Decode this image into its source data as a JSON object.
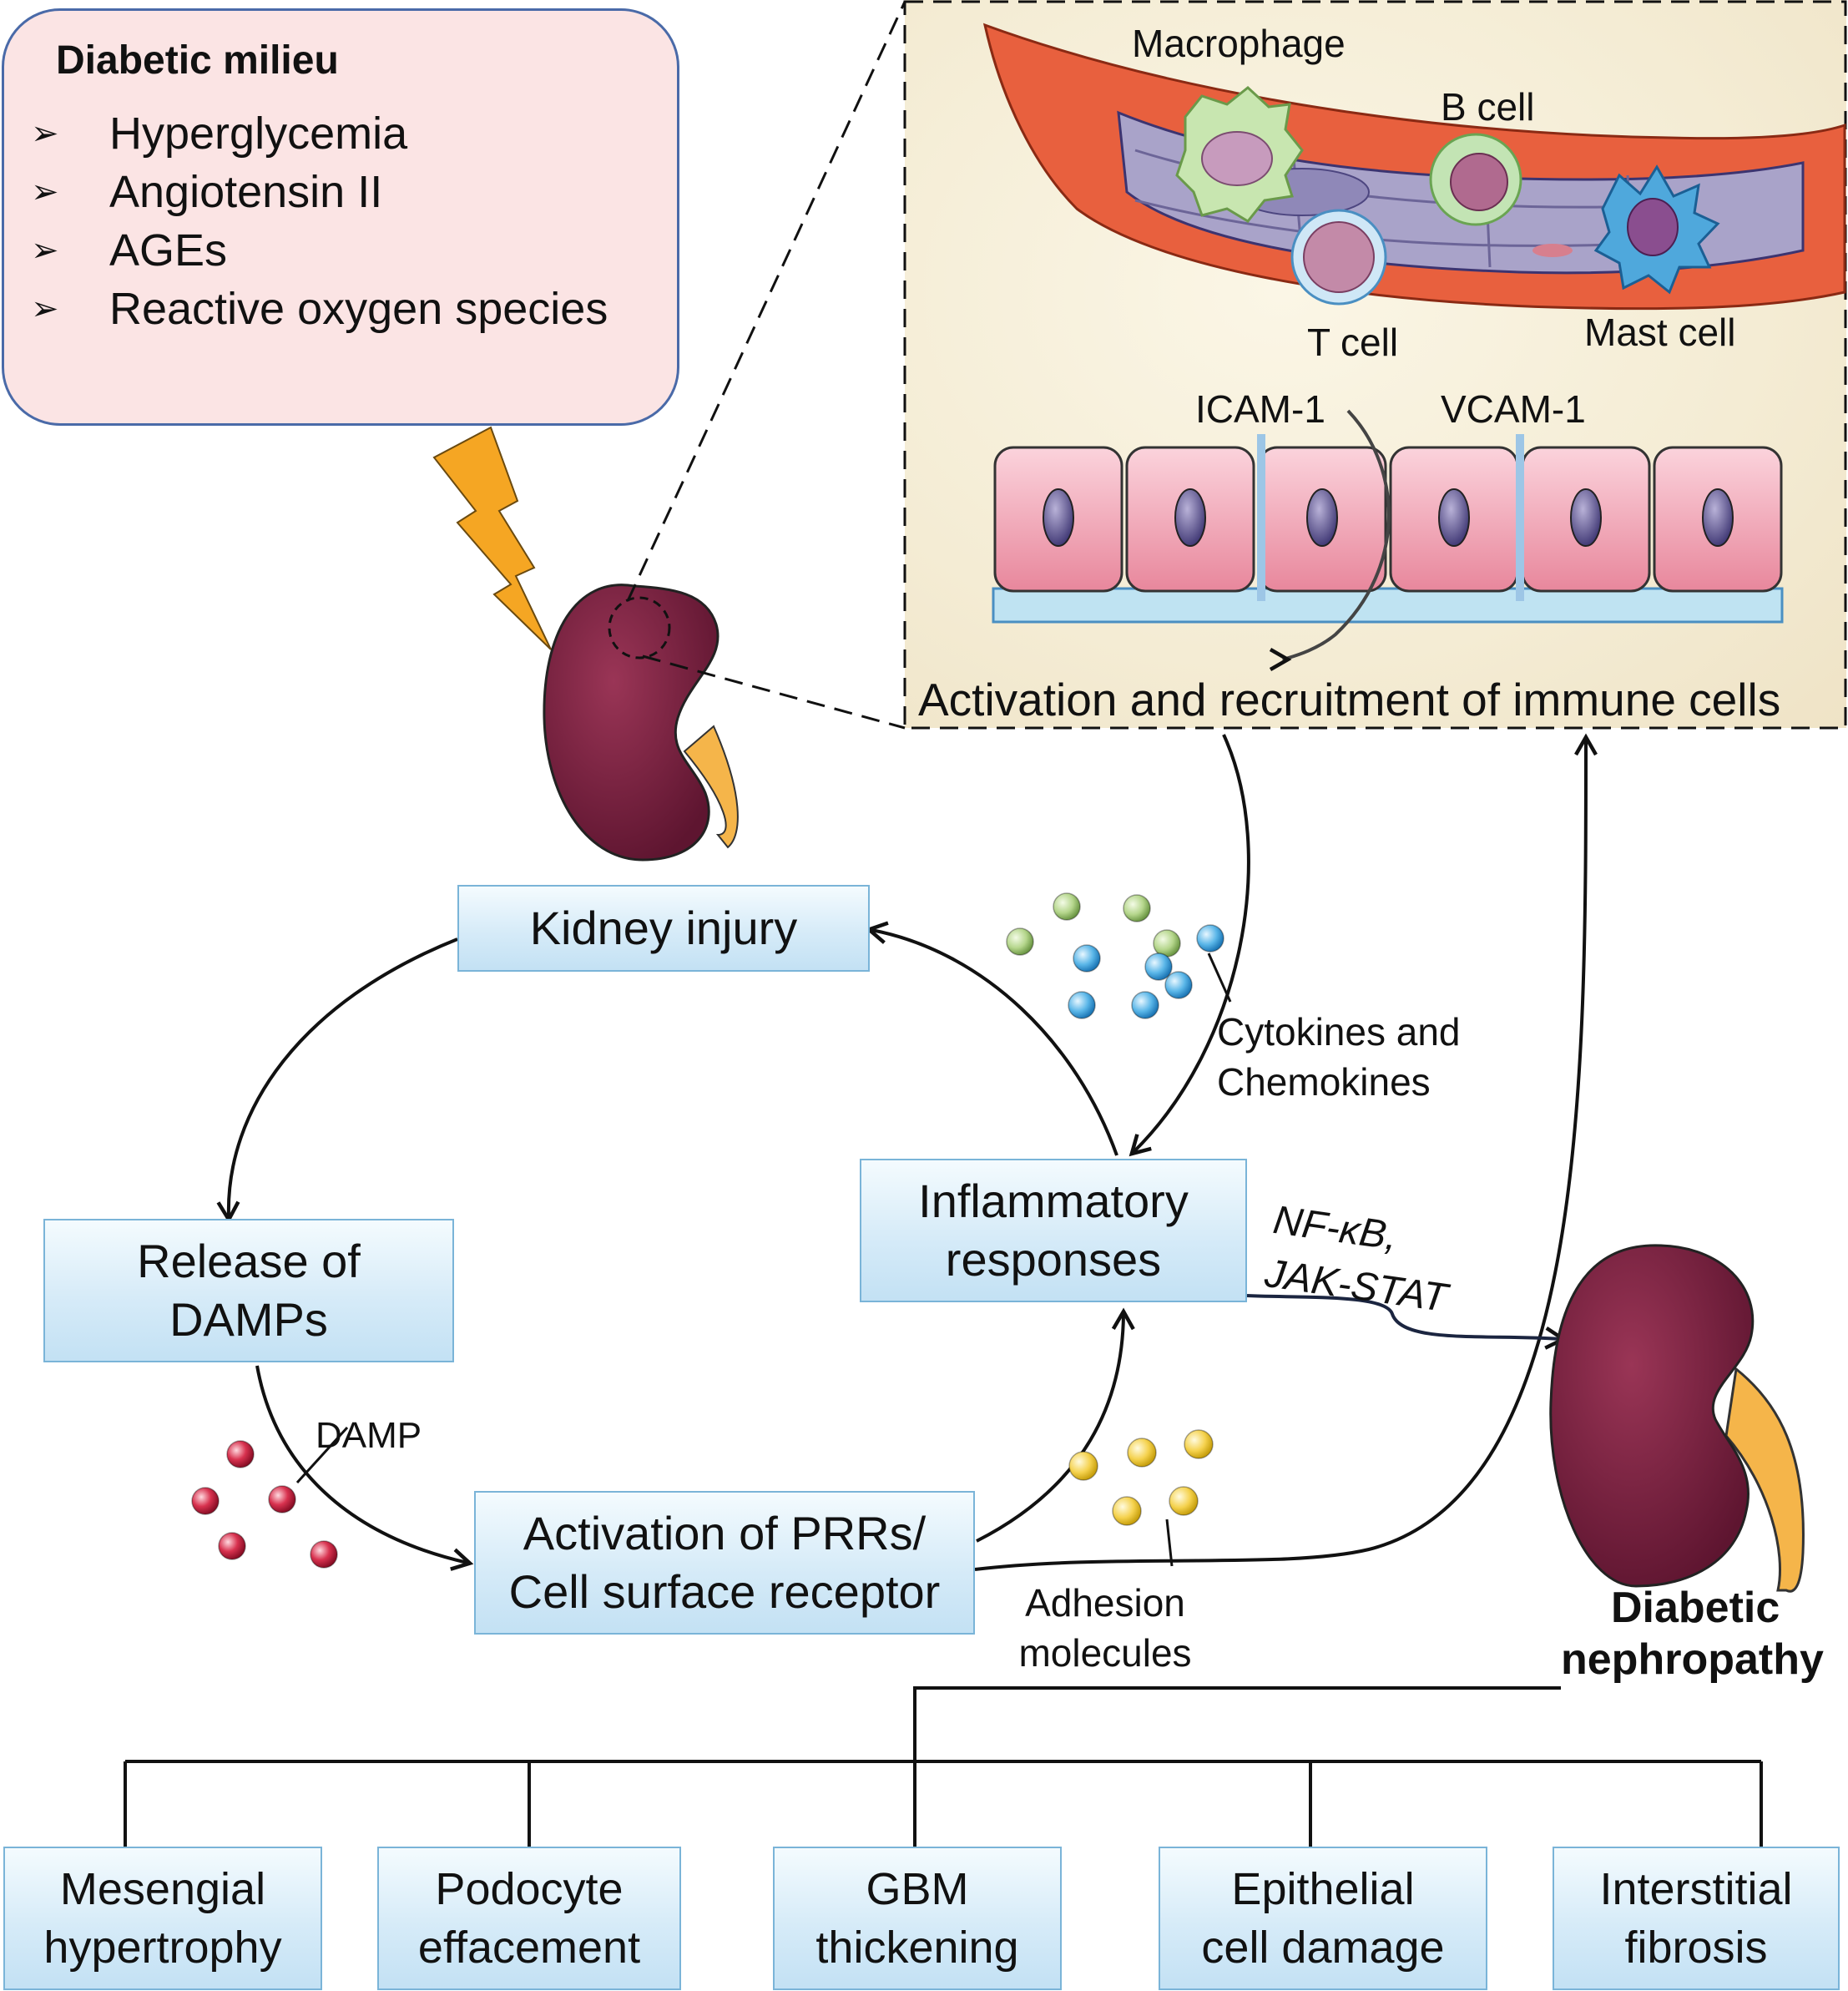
{
  "milieu": {
    "title": "Diabetic milieu",
    "items": [
      {
        "label": "Hyperglycemia"
      },
      {
        "label": "Angiotensin II"
      },
      {
        "label": "AGEs"
      },
      {
        "label": "Reactive oxygen species"
      }
    ]
  },
  "inset": {
    "cells": {
      "macrophage": "Macrophage",
      "b_cell": "B cell",
      "t_cell": "T cell",
      "mast_cell": "Mast cell"
    },
    "icam": "ICAM-1",
    "vcam": "VCAM-1",
    "caption": "Activation and recruitment of immune cells"
  },
  "cycle": {
    "kidney_injury": "Kidney injury",
    "damps": [
      "Release of",
      "DAMPs"
    ],
    "prrs": [
      "Activation of PRRs/",
      "Cell surface receptor"
    ],
    "inflammatory": [
      "Inflammatory",
      "responses"
    ]
  },
  "labels": {
    "damp": "DAMP",
    "cytokines": [
      "Cytokines and",
      "Chemokines"
    ],
    "adhesion": [
      "Adhesion",
      "molecules"
    ],
    "pathways": [
      "NF-κB,",
      "JAK-STAT"
    ]
  },
  "outcome": {
    "title": [
      "Diabetic",
      "nephropathy"
    ]
  },
  "lesions": [
    {
      "lines": [
        "Mesengial",
        "hypertrophy"
      ]
    },
    {
      "lines": [
        "Podocyte",
        "effacement"
      ]
    },
    {
      "lines": [
        "GBM",
        "thickening"
      ]
    },
    {
      "lines": [
        "Epithelial",
        "cell damage"
      ]
    },
    {
      "lines": [
        "Interstitial",
        "fibrosis"
      ]
    }
  ],
  "colors": {
    "box_border": "#7ab4d8",
    "box_fill": "#d6ebf8",
    "kidney": "#7a2140",
    "ureter": "#f5b54a",
    "bolt": "#f5a623",
    "milieu_fill": "#fbe4e4",
    "milieu_border": "#4a6aa8",
    "vessel": "#e8603e",
    "endothelial": "#f3b3c0"
  }
}
